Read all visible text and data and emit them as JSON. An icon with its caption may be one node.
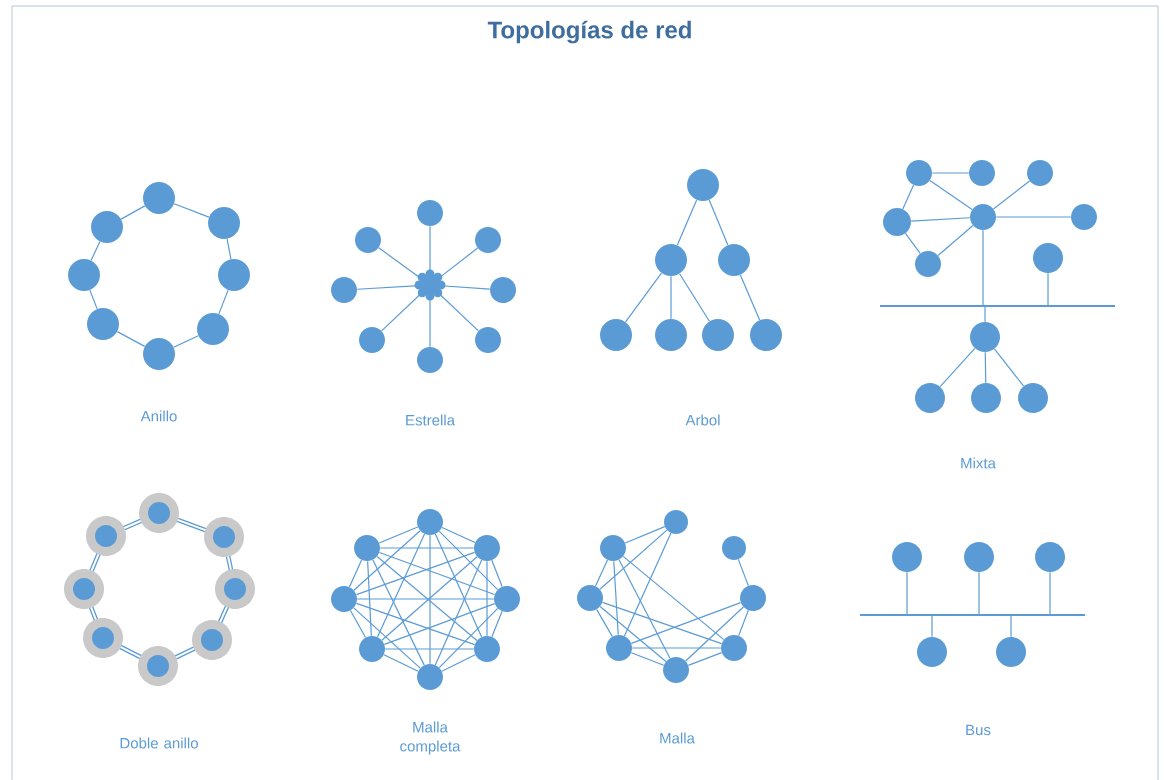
{
  "diagram": {
    "title": "Topologías de red",
    "nodes": [
      {
        "text": [],
        "shape": "circle"
      },
      {
        "text": [],
        "shape": "circle"
      },
      {
        "text": [],
        "shape": "circle"
      },
      {
        "text": [],
        "shape": "circle"
      },
      {
        "text": [],
        "shape": "circle"
      },
      {
        "text": [],
        "shape": "circle"
      },
      {
        "text": [],
        "shape": "circle"
      },
      {
        "text": [],
        "shape": "circle"
      },
      {
        "text": [],
        "shape": "circle"
      },
      {
        "text": [],
        "shape": "circle"
      },
      {
        "text": [],
        "shape": "circle"
      },
      {
        "text": [],
        "shape": "circle"
      },
      {
        "text": [],
        "shape": "circle"
      },
      {
        "text": [],
        "shape": "circle"
      },
      {
        "text": [],
        "shape": "circle"
      },
      {
        "text": [],
        "shape": "circle"
      },
      {
        "text": [],
        "shape": "circle"
      },
      {
        "text": [],
        "shape": "circle"
      },
      {
        "text": [],
        "shape": "circle"
      },
      {
        "text": [],
        "shape": "circle"
      },
      {
        "text": [],
        "shape": "circle"
      },
      {
        "text": [],
        "shape": "circle"
      },
      {
        "text": [],
        "shape": "circle"
      },
      {
        "text": [],
        "shape": "circle"
      },
      {
        "text": [],
        "shape": "circle"
      },
      {
        "text": [],
        "shape": "circle"
      },
      {
        "text": [],
        "shape": "circle"
      },
      {
        "text": [],
        "shape": "circle"
      },
      {
        "text": [],
        "shape": "circle"
      },
      {
        "text": [],
        "shape": "circle"
      },
      {
        "text": [],
        "shape": "circle"
      },
      {
        "text": [],
        "shape": "circle"
      },
      {
        "text": [],
        "shape": "bar"
      },
      {
        "text": [],
        "shape": "circle"
      },
      {
        "text": [],
        "shape": "circle"
      },
      {
        "text": [],
        "shape": "circle"
      },
      {
        "text": [],
        "shape": "circle"
      },
      {
        "text": [],
        "shape": "circle"
      },
      {
        "text": [],
        "shape": "circle"
      },
      {
        "text": [],
        "shape": "circle"
      },
      {
        "text": [],
        "shape": "circle"
      },
      {
        "text": [],
        "shape": "circle"
      },
      {
        "text": [],
        "shape": "circle"
      },
      {
        "text": [],
        "shape": "circle"
      },
      {
        "text": [],
        "shape": "circle"
      },
      {
        "text": [],
        "shape": "circle"
      },
      {
        "text": [],
        "shape": "circle"
      },
      {
        "text": [],
        "shape": "circle"
      },
      {
        "text": [],
        "shape": "circle"
      },
      {
        "text": [],
        "shape": "circle"
      },
      {
        "text": [],
        "shape": "circle"
      },
      {
        "text": [],
        "shape": "circle"
      },
      {
        "text": [],
        "shape": "circle"
      },
      {
        "text": [],
        "shape": "circle"
      },
      {
        "text": [],
        "shape": "circle"
      },
      {
        "text": [],
        "shape": "circle"
      },
      {
        "text": [],
        "shape": "circle"
      },
      {
        "text": [],
        "shape": "circle"
      },
      {
        "text": [],
        "shape": "circle"
      },
      {
        "text": [],
        "shape": "circle"
      },
      {
        "text": [],
        "shape": "circle"
      },
      {
        "text": [],
        "shape": "circle"
      },
      {
        "text": [],
        "shape": "circle"
      },
      {
        "text": [],
        "shape": "circle"
      },
      {
        "text": [],
        "shape": "bar"
      },
      {
        "text": [],
        "shape": "circle"
      },
      {
        "text": [],
        "shape": "circle"
      }
    ],
    "edges": [
      {
        "from": 0,
        "to": 1,
        "arrow": "none"
      },
      {
        "from": 1,
        "to": 2,
        "arrow": "none"
      },
      {
        "from": 2,
        "to": 3,
        "arrow": "none"
      },
      {
        "from": 3,
        "to": 4,
        "arrow": "none"
      },
      {
        "from": 4,
        "to": 5,
        "arrow": "none"
      },
      {
        "from": 5,
        "to": 6,
        "arrow": "none"
      },
      {
        "from": 6,
        "to": 7,
        "arrow": "none"
      },
      {
        "from": 7,
        "to": 0,
        "arrow": "none"
      },
      {
        "from": 8,
        "to": 9,
        "arrow": "none"
      },
      {
        "from": 8,
        "to": 10,
        "arrow": "none"
      },
      {
        "from": 8,
        "to": 11,
        "arrow": "none"
      },
      {
        "from": 8,
        "to": 12,
        "arrow": "none"
      },
      {
        "from": 8,
        "to": 13,
        "arrow": "none"
      },
      {
        "from": 8,
        "to": 14,
        "arrow": "none"
      },
      {
        "from": 8,
        "to": 15,
        "arrow": "none"
      },
      {
        "from": 8,
        "to": 16,
        "arrow": "none"
      },
      {
        "from": 17,
        "to": 18,
        "arrow": "none"
      },
      {
        "from": 17,
        "to": 19,
        "arrow": "none"
      },
      {
        "from": 18,
        "to": 20,
        "arrow": "none"
      },
      {
        "from": 18,
        "to": 21,
        "arrow": "none"
      },
      {
        "from": 18,
        "to": 22,
        "arrow": "none"
      },
      {
        "from": 19,
        "to": 23,
        "arrow": "none"
      },
      {
        "from": 24,
        "to": 25,
        "arrow": "none"
      },
      {
        "from": 24,
        "to": 28,
        "arrow": "none"
      },
      {
        "from": 24,
        "to": 27,
        "arrow": "none"
      },
      {
        "from": 27,
        "to": 28,
        "arrow": "none"
      },
      {
        "from": 27,
        "to": 30,
        "arrow": "none"
      },
      {
        "from": 30,
        "to": 28,
        "arrow": "none"
      },
      {
        "from": 26,
        "to": 28,
        "arrow": "none"
      },
      {
        "from": 28,
        "to": 29,
        "arrow": "none"
      },
      {
        "from": 28,
        "to": 32,
        "arrow": "none"
      },
      {
        "from": 31,
        "to": 32,
        "arrow": "none"
      },
      {
        "from": 32,
        "to": 33,
        "arrow": "none"
      },
      {
        "from": 33,
        "to": 34,
        "arrow": "none"
      },
      {
        "from": 33,
        "to": 35,
        "arrow": "none"
      },
      {
        "from": 33,
        "to": 36,
        "arrow": "none"
      },
      {
        "from": 37,
        "to": 38,
        "arrow": "none",
        "style": "thick"
      },
      {
        "from": 38,
        "to": 39,
        "arrow": "none",
        "style": "thick"
      },
      {
        "from": 39,
        "to": 40,
        "arrow": "none",
        "style": "thick"
      },
      {
        "from": 40,
        "to": 41,
        "arrow": "none",
        "style": "thick"
      },
      {
        "from": 41,
        "to": 42,
        "arrow": "none",
        "style": "thick"
      },
      {
        "from": 42,
        "to": 43,
        "arrow": "none",
        "style": "thick"
      },
      {
        "from": 43,
        "to": 44,
        "arrow": "none",
        "style": "thick"
      },
      {
        "from": 44,
        "to": 37,
        "arrow": "none",
        "style": "thick"
      },
      {
        "from": 45,
        "to": 46,
        "arrow": "none"
      },
      {
        "from": 45,
        "to": 47,
        "arrow": "none"
      },
      {
        "from": 45,
        "to": 48,
        "arrow": "none"
      },
      {
        "from": 45,
        "to": 49,
        "arrow": "none"
      },
      {
        "from": 45,
        "to": 50,
        "arrow": "none"
      },
      {
        "from": 45,
        "to": 51,
        "arrow": "none"
      },
      {
        "from": 45,
        "to": 52,
        "arrow": "none"
      },
      {
        "from": 46,
        "to": 47,
        "arrow": "none"
      },
      {
        "from": 46,
        "to": 48,
        "arrow": "none"
      },
      {
        "from": 46,
        "to": 49,
        "arrow": "none"
      },
      {
        "from": 46,
        "to": 50,
        "arrow": "none"
      },
      {
        "from": 46,
        "to": 51,
        "arrow": "none"
      },
      {
        "from": 46,
        "to": 52,
        "arrow": "none"
      },
      {
        "from": 47,
        "to": 48,
        "arrow": "none"
      },
      {
        "from": 47,
        "to": 49,
        "arrow": "none"
      },
      {
        "from": 47,
        "to": 50,
        "arrow": "none"
      },
      {
        "from": 47,
        "to": 51,
        "arrow": "none"
      },
      {
        "from": 47,
        "to": 52,
        "arrow": "none"
      },
      {
        "from": 48,
        "to": 49,
        "arrow": "none"
      },
      {
        "from": 48,
        "to": 50,
        "arrow": "none"
      },
      {
        "from": 48,
        "to": 51,
        "arrow": "none"
      },
      {
        "from": 48,
        "to": 52,
        "arrow": "none"
      },
      {
        "from": 49,
        "to": 50,
        "arrow": "none"
      },
      {
        "from": 49,
        "to": 51,
        "arrow": "none"
      },
      {
        "from": 49,
        "to": 52,
        "arrow": "none"
      },
      {
        "from": 50,
        "to": 51,
        "arrow": "none"
      },
      {
        "from": 50,
        "to": 52,
        "arrow": "none"
      },
      {
        "from": 51,
        "to": 52,
        "arrow": "none"
      },
      {
        "from": 53,
        "to": 54,
        "arrow": "none"
      },
      {
        "from": 53,
        "to": 56,
        "arrow": "none"
      },
      {
        "from": 53,
        "to": 58,
        "arrow": "none"
      },
      {
        "from": 54,
        "to": 56,
        "arrow": "none"
      },
      {
        "from": 54,
        "to": 58,
        "arrow": "none"
      },
      {
        "from": 54,
        "to": 59,
        "arrow": "none"
      },
      {
        "from": 54,
        "to": 60,
        "arrow": "none"
      },
      {
        "from": 55,
        "to": 57,
        "arrow": "none"
      },
      {
        "from": 56,
        "to": 58,
        "arrow": "none"
      },
      {
        "from": 56,
        "to": 59,
        "arrow": "none"
      },
      {
        "from": 56,
        "to": 60,
        "arrow": "none"
      },
      {
        "from": 57,
        "to": 58,
        "arrow": "none"
      },
      {
        "from": 57,
        "to": 59,
        "arrow": "none"
      },
      {
        "from": 57,
        "to": 60,
        "arrow": "none"
      },
      {
        "from": 58,
        "to": 59,
        "arrow": "none"
      },
      {
        "from": 58,
        "to": 60,
        "arrow": "none"
      },
      {
        "from": 59,
        "to": 60,
        "arrow": "none"
      },
      {
        "from": 61,
        "to": 64,
        "arrow": "none"
      },
      {
        "from": 62,
        "to": 64,
        "arrow": "none"
      },
      {
        "from": 63,
        "to": 64,
        "arrow": "none"
      },
      {
        "from": 64,
        "to": 65,
        "arrow": "none"
      },
      {
        "from": 64,
        "to": 66,
        "arrow": "none"
      }
    ],
    "labels": [
      "Anillo",
      "Estrella",
      "Arbol",
      "Mixta",
      "Doble anillo",
      "Malla completa",
      "Malla",
      "Bus"
    ]
  }
}
